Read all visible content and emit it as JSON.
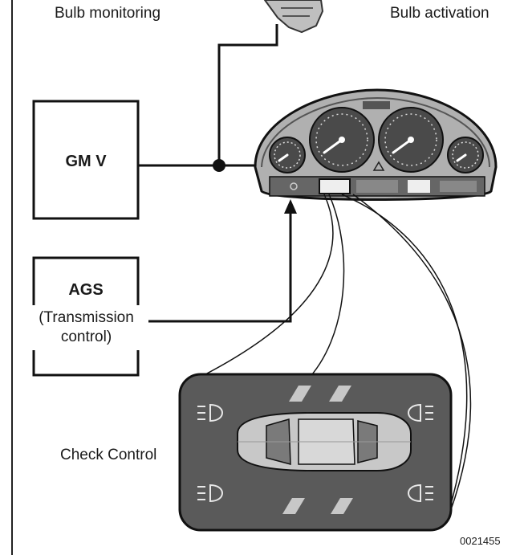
{
  "labels": {
    "bulb_monitoring": "Bulb monitoring",
    "bulb_activation": "Bulb activation",
    "gm_module": "GM V",
    "ags_title": "AGS",
    "ags_subtitle": "(Transmission control)",
    "check_control": "Check Control",
    "figure_code": "0021455"
  },
  "colors": {
    "line": "#111111",
    "cluster_body": "#b0b0b0",
    "gauge_face": "#4a4a4a",
    "panel": "#5a5a5a",
    "car_body": "#c8c8c8"
  },
  "icons": [
    "light-bulb-icon",
    "car-icon"
  ]
}
